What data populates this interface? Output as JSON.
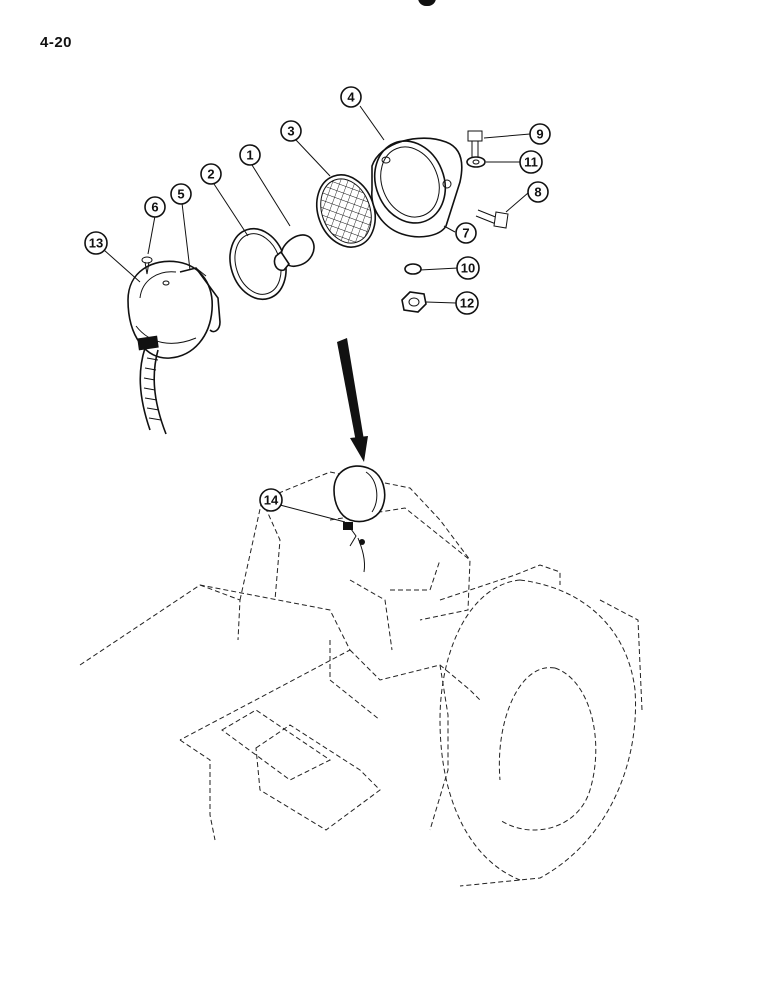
{
  "page": {
    "number": "4-20"
  },
  "callouts": [
    {
      "id": "1",
      "label": "1"
    },
    {
      "id": "2",
      "label": "2"
    },
    {
      "id": "3",
      "label": "3"
    },
    {
      "id": "4",
      "label": "4"
    },
    {
      "id": "5",
      "label": "5"
    },
    {
      "id": "6",
      "label": "6"
    },
    {
      "id": "7",
      "label": "7"
    },
    {
      "id": "8",
      "label": "8"
    },
    {
      "id": "9",
      "label": "9"
    },
    {
      "id": "10",
      "label": "10"
    },
    {
      "id": "11",
      "label": "11"
    },
    {
      "id": "12",
      "label": "12"
    },
    {
      "id": "13",
      "label": "13"
    },
    {
      "id": "14",
      "label": "14"
    }
  ],
  "colors": {
    "ink": "#111111",
    "paper": "#ffffff"
  }
}
